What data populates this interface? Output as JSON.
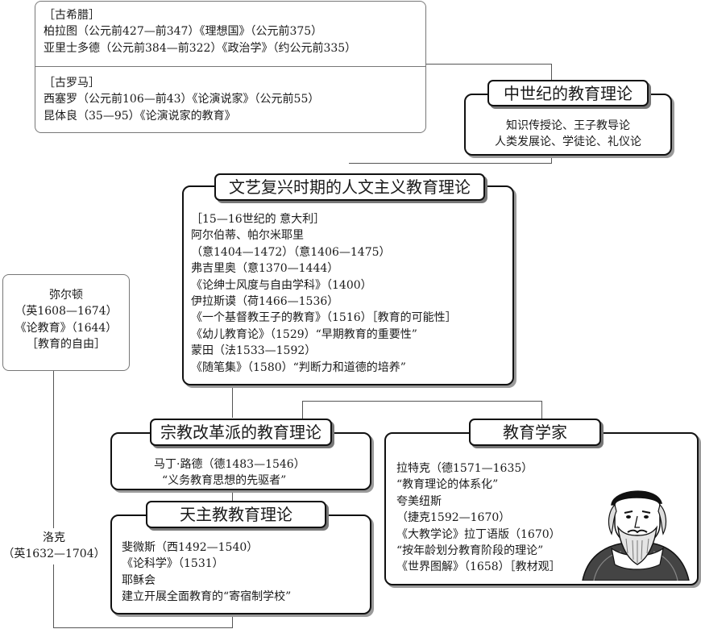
{
  "greek_rome_box": {
    "greek_lines": [
      "［古希腊］",
      "柏拉图（公元前427—前347）《理想国》（公元前375）",
      "亚里士多德（公元前384—前322）《政治学》（约公元前335）"
    ],
    "rome_lines": [
      "［古罗马］",
      "西塞罗（公元前106—前43）《论演说家》（公元前55）",
      "昆体良（35—95）《论演说家的教育》"
    ]
  },
  "medieval": {
    "title": "中世纪的教育理论",
    "lines": [
      "知识传授论、王子教导论",
      "人类发展论、学徒论、礼仪论"
    ]
  },
  "renaissance": {
    "title": "文艺复兴时期的人文主义教育理论",
    "lines": [
      "［15—16世纪的 意大利］",
      "阿尔伯蒂、帕尔米耶里",
      "（意1404—1472）（意1406—1475）",
      "弗吉里奥（意1370—1444）",
      "《论绅士风度与自由学科》（1400）",
      "伊拉斯谟（荷1466—1536）",
      "《一个基督教王子的教育》（1516）［教育的可能性］",
      "《幼儿教育论》（1529）“早期教育的重要性”",
      "蒙田（法1533—1592）",
      "《随笔集》（1580）“判断力和道德的培养”"
    ]
  },
  "milton": {
    "lines": [
      "弥尔顿",
      "（英1608—1674）",
      "《论教育》（1644）",
      "［教育的自由］"
    ]
  },
  "locke": {
    "lines": [
      "洛克",
      "（英1632—1704）"
    ]
  },
  "reformation": {
    "title": "宗教改革派的教育理论",
    "lines": [
      "马丁·路德（德1483—1546）",
      "“义务教育思想的先驱者”"
    ]
  },
  "catholic": {
    "title": "天主教教育理论",
    "lines": [
      "斐微斯（西1492—1540）",
      "《论科学》（1531）",
      "耶稣会",
      "建立开展全面教育的“寄宿制学校”"
    ]
  },
  "educators": {
    "title": "教育学家",
    "lines": [
      "拉特克（德1571—1635）",
      "“教育理论的体系化”",
      "夸美纽斯",
      "（捷克1592—1670）",
      "《大教学论》拉丁语版（1670）",
      "“按年龄划分教育阶段的理论”",
      "《世界图解》（1658）［教材观］"
    ]
  },
  "colors": {
    "ink": "#111111",
    "line": "#555555",
    "shadow": "#9a9a9a"
  },
  "icons": {
    "portrait": "comenius-portrait-illustration"
  }
}
